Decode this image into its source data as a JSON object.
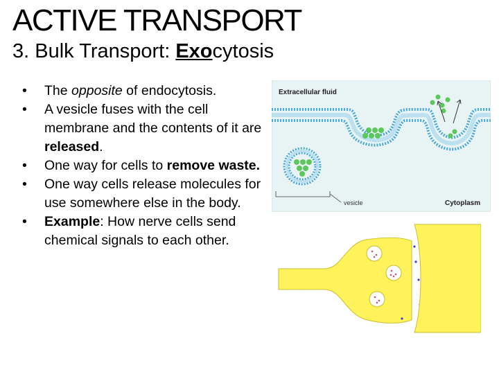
{
  "title": "ACTIVE TRANSPORT",
  "subtitle": {
    "prefix": "3. Bulk Transport: ",
    "underlined": "Exo",
    "suffix": "cytosis"
  },
  "bullets": [
    {
      "parts": [
        {
          "text": "The ",
          "style": "plain"
        },
        {
          "text": "opposite",
          "style": "italic"
        },
        {
          "text": " of ",
          "style": "plain"
        },
        {
          "text": "endocytosis",
          "style": "plain"
        },
        {
          "text": ".",
          "style": "plain"
        }
      ]
    },
    {
      "parts": [
        {
          "text": "A vesicle fuses with the cell membrane and the contents of it are ",
          "style": "plain"
        },
        {
          "text": "released",
          "style": "bold"
        },
        {
          "text": ".",
          "style": "plain"
        }
      ]
    },
    {
      "parts": [
        {
          "text": "One way for cells to ",
          "style": "plain"
        },
        {
          "text": "remove waste.",
          "style": "bold"
        }
      ]
    },
    {
      "parts": [
        {
          "text": "One way cells release molecules for use somewhere else in the body.",
          "style": "plain"
        }
      ]
    },
    {
      "parts": [
        {
          "text": "Example",
          "style": "bold"
        },
        {
          "text": ": How nerve cells send chemical signals to each other.",
          "style": "plain"
        }
      ]
    }
  ],
  "diagram_top": {
    "label_extracellular": "Extracellular fluid",
    "label_vesicle": "vesicle",
    "label_cytoplasm": "Cytoplasm",
    "colors": {
      "background": "#e8f3f3",
      "membrane": "#4aa8d6",
      "cargo": "#5bc85b",
      "line": "#333333"
    }
  },
  "diagram_bottom": {
    "colors": {
      "cell": "#fff25a",
      "vesicle": "#ffffff",
      "molecule": "#4040c0"
    }
  }
}
